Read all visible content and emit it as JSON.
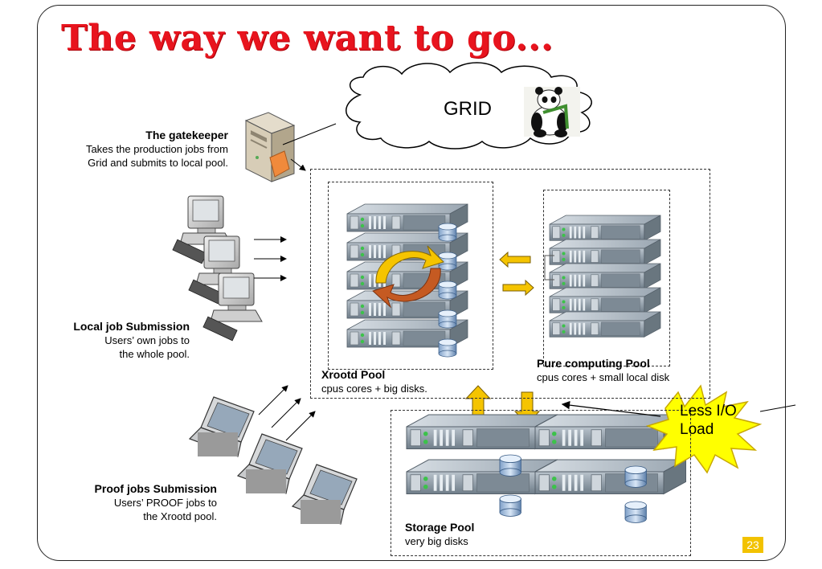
{
  "title": "The way we want to go...",
  "grid_cloud": {
    "label": "GRID"
  },
  "gatekeeper": {
    "heading": "The gatekeeper",
    "line1": "Takes the production jobs from",
    "line2": "Grid and submits to local pool."
  },
  "local_job": {
    "heading": "Local job Submission",
    "line1": "Users’ own jobs to",
    "line2": "the whole pool."
  },
  "proof_jobs": {
    "heading": "Proof jobs Submission",
    "line1": "Users’ PROOF jobs to",
    "line2": "the Xrootd pool."
  },
  "xrootd_pool": {
    "heading": "Xrootd Pool",
    "desc": "cpus cores + big disks."
  },
  "computing_pool": {
    "heading": "Pure computing Pool",
    "desc": "cpus cores + small local disk"
  },
  "storage_pool": {
    "heading": "Storage Pool",
    "desc": "very big disks"
  },
  "callout": {
    "line1": "Less I/O",
    "line2": "Load"
  },
  "page_number": "23",
  "colors": {
    "title": "#e8141e",
    "arrow_fill": "#f5c400",
    "callout_fill": "#ffff00",
    "server_body": "#8c9aa6"
  }
}
